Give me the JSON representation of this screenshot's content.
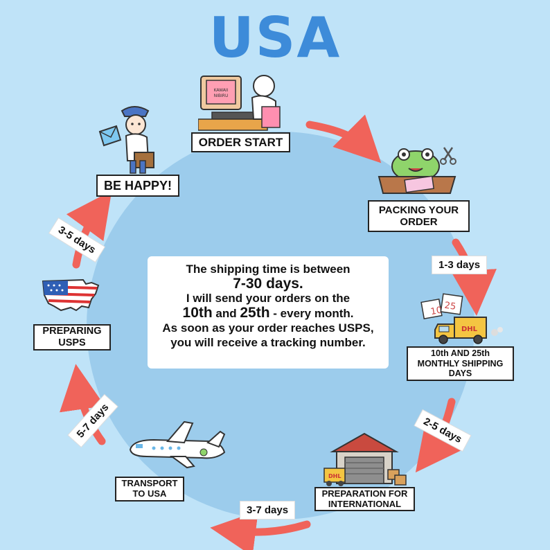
{
  "title": "USA",
  "center": {
    "line1": "The shipping time is between",
    "line2": "7-30 days.",
    "line3": "I will send your orders on the",
    "line4_a": "10th",
    "line4_b": " and ",
    "line4_c": "25th",
    "line4_d": "  - every month.",
    "line5": "As soon as your order reaches USPS,",
    "line6": "you will receive a tracking number."
  },
  "steps": {
    "order_start": "ORDER START",
    "packing": "PACKING YOUR\nORDER",
    "monthly": "10th AND 25th\nMONTHLY SHIPPING\nDAYS",
    "preparation": "PREPARATION FOR\nINTERNATIONAL",
    "transport": "TRANSPORT\nTO USA",
    "preparing_usps": "PREPARING\nUSPS",
    "be_happy": "BE HAPPY!"
  },
  "durations": {
    "d1": "1-3 days",
    "d2": "2-5 days",
    "d3": "3-7 days",
    "d4": "5-7 days",
    "d5": "3-5 days"
  },
  "illustrations": {
    "monitor_text": "KAWAII\nNIBIRU",
    "calendar_a": "10",
    "calendar_b": "25",
    "truck_brand": "DHL",
    "warehouse_truck_brand": "DHL"
  },
  "colors": {
    "background": "#bfe3f8",
    "circle": "#9cccec",
    "title": "#3d8bd9",
    "arrow": "#f0635a"
  }
}
